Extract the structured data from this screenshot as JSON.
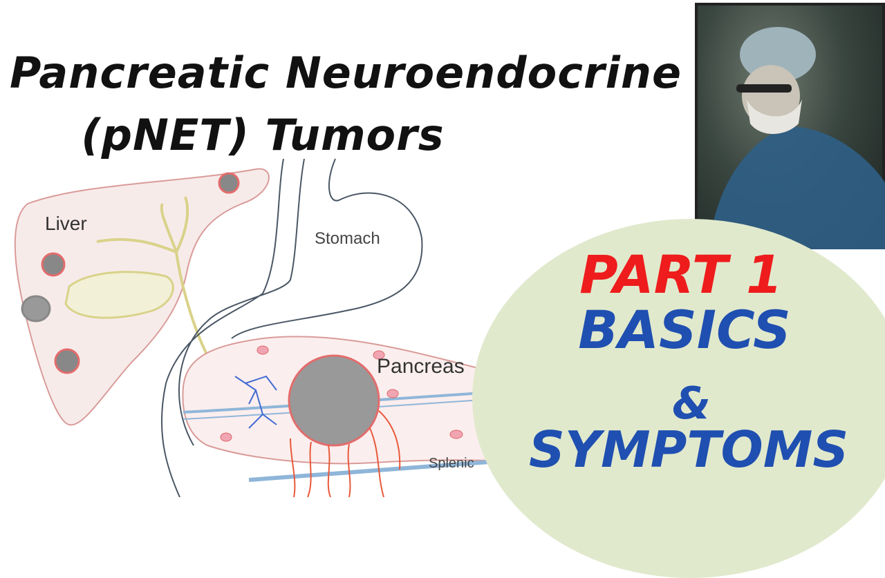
{
  "title": {
    "line1": "Pancreatic Neuroendocrine",
    "line2": "(pNET) Tumors"
  },
  "diagram": {
    "labels": {
      "liver": "Liver",
      "stomach": "Stomach",
      "pancreas": "Pancreas",
      "splenic": "Splenic"
    }
  },
  "badge": {
    "part": "PART 1",
    "basics": "BASICS",
    "ampersand": "&",
    "symptoms": "SYMPTOMS"
  },
  "colors": {
    "part": "#ee1c1c",
    "basics": "#1f4fb0",
    "badge_bg": "#e1e9cd"
  }
}
